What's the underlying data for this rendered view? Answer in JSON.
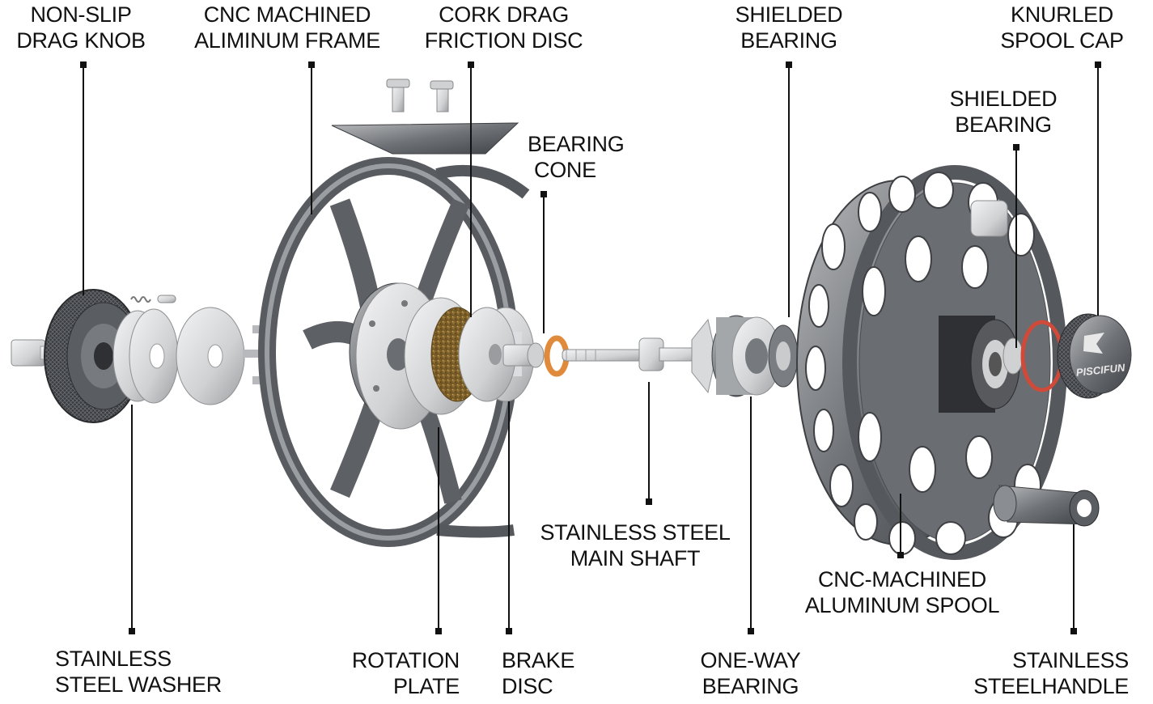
{
  "diagram": {
    "colors": {
      "metal_dark": "#4a4d51",
      "metal_mid": "#8a8d91",
      "metal_light": "#c9cbcd",
      "silver": "#e6e7e8",
      "cork": "#8a6a30",
      "o_ring": "#d04a3a",
      "o_ring_orange": "#e08a3c",
      "leader": "#111111"
    },
    "labels": {
      "drag_knob": [
        "NON-SLIP",
        "DRAG KNOB"
      ],
      "frame": [
        "CNC MACHINED",
        "ALIMINUM FRAME"
      ],
      "cork_disc": [
        "CORK DRAG",
        "FRICTION DISC"
      ],
      "bearing_cone": [
        "BEARING",
        "CONE"
      ],
      "shielded_bearing_1": [
        "SHIELDED",
        "BEARING"
      ],
      "spool_cap": [
        "KNURLED",
        "SPOOL CAP"
      ],
      "shielded_bearing_2": [
        "SHIELDED",
        "BEARING"
      ],
      "main_shaft": [
        "STAINLESS STEEL",
        "MAIN SHAFT"
      ],
      "spool": [
        "CNC-MACHINED",
        "ALUMINUM SPOOL"
      ],
      "washer": [
        "STAINLESS",
        "STEEL WASHER"
      ],
      "rotation_plate": [
        "ROTATION",
        "PLATE"
      ],
      "brake_disc": [
        "BRAKE",
        "DISC"
      ],
      "one_way_bearing": [
        "ONE-WAY",
        "BEARING"
      ],
      "handle": [
        "STAINLESS",
        "STEELHANDLE"
      ]
    },
    "brand_mark": "PISCIFUN"
  }
}
